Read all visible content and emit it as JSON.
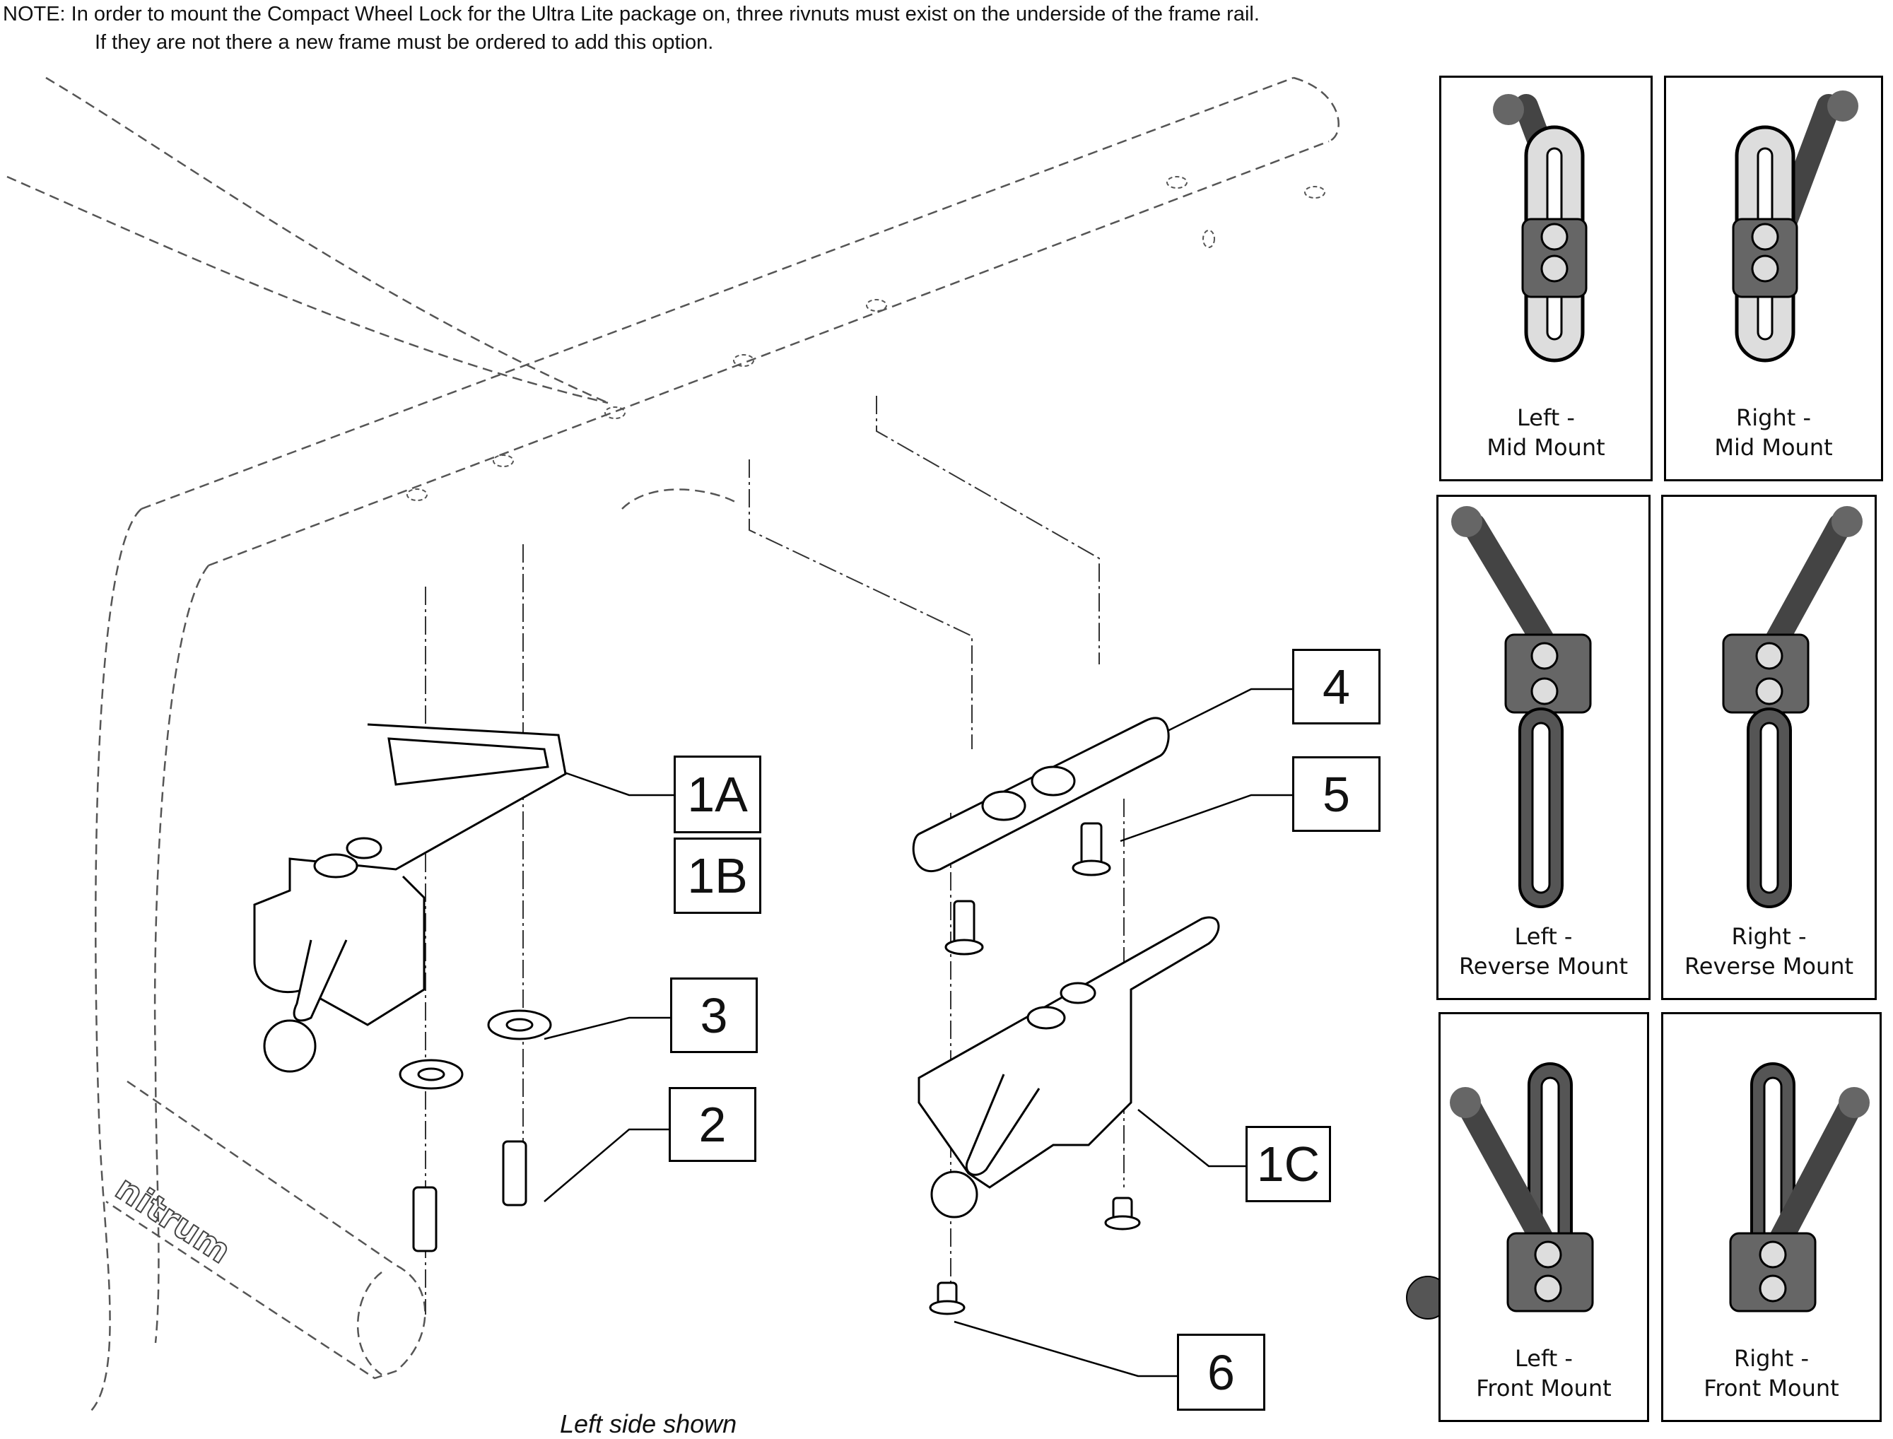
{
  "note": {
    "line1": "NOTE: In order to mount the Compact Wheel Lock for the Ultra Lite package on, three rivnuts must exist on the underside of the frame rail.",
    "line2": "If they are not there a new frame must be ordered to add this option."
  },
  "callouts": [
    "1A",
    "1B",
    "3",
    "2",
    "4",
    "5",
    "1C",
    "6"
  ],
  "panels": [
    {
      "line1": "Left -",
      "line2": "Mid Mount"
    },
    {
      "line1": "Right -",
      "line2": "Mid Mount"
    },
    {
      "line1": "Left -",
      "line2": "Reverse Mount"
    },
    {
      "line1": "Right -",
      "line2": "Reverse Mount"
    },
    {
      "line1": "Left -",
      "line2": "Front Mount"
    },
    {
      "line1": "Right -",
      "line2": "Front Mount"
    }
  ],
  "footer": "Left side shown",
  "frame_logo": "nitrum"
}
